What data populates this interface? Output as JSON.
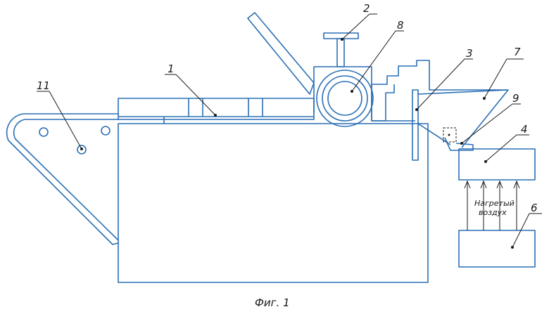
{
  "figure": {
    "caption": "Фиг. 1",
    "air_note": [
      "Нагретый",
      "воздух"
    ],
    "labels": {
      "l1": "1",
      "l2": "2",
      "l3": "3",
      "l4": "4",
      "l6": "6",
      "l7": "7",
      "l8": "8",
      "l9": "9",
      "l11": "11"
    }
  }
}
